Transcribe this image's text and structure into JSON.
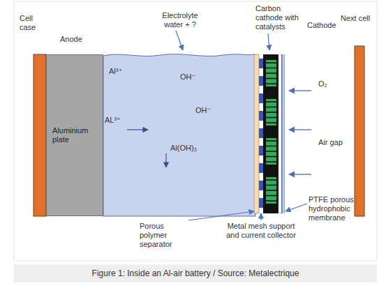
{
  "diagram": {
    "caption": "Figure 1: Inside an Al-air battery / Source: Metalectrique",
    "nodes": [
      {
        "text": [
          "Aluminium plate"
        ]
      }
    ],
    "labels": [
      "Cell case",
      "Anode",
      "Electrolyte water + ?",
      "Carbon cathode with catalysts",
      "Cathode",
      "Next cell",
      "OH⁻",
      "Al³⁺",
      "AL³⁺",
      "OH⁻",
      "Al(OH)₃",
      "O₂",
      "Air gap",
      "Porous polymer separator",
      "Metal mesh support and current collector",
      "PTFE porous hydrophobic membrane"
    ]
  }
}
